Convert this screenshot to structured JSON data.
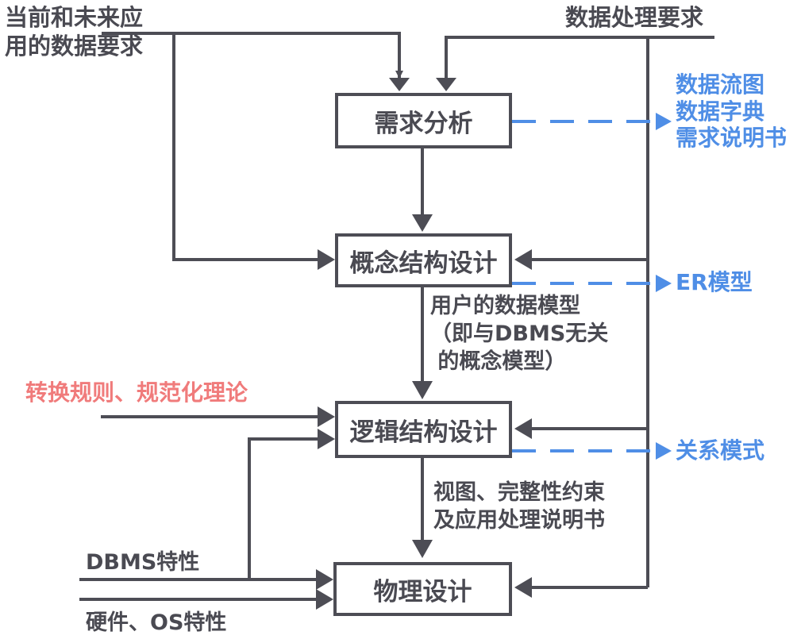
{
  "diagram": {
    "inputs": {
      "app_data_requirements": "当前和未来应\n用的数据要求",
      "processing_requirements": "数据处理要求",
      "transform_rules": "转换规则、规范化理论",
      "dbms_traits": "DBMS特性",
      "hardware_os_traits": "硬件、OS特性"
    },
    "stages": [
      {
        "id": "requirements-analysis",
        "label": "需求分析"
      },
      {
        "id": "conceptual-design",
        "label": "概念结构设计"
      },
      {
        "id": "logical-design",
        "label": "逻辑结构设计"
      },
      {
        "id": "physical-design",
        "label": "物理设计"
      }
    ],
    "outputs": {
      "requirements_analysis": "数据流图\n数据字典\n需求说明书",
      "conceptual_design": "ER模型",
      "logical_design": "关系模式"
    },
    "flow_labels": {
      "conceptual_to_logical": "用户的数据模型\n（即与DBMS无关\n 的概念模型）",
      "logical_to_physical": "视图、完整性约束\n及应用处理说明书"
    },
    "colors": {
      "line": "#4d4d55",
      "output": "#4f8ee6",
      "theory": "#f07b7b"
    }
  }
}
